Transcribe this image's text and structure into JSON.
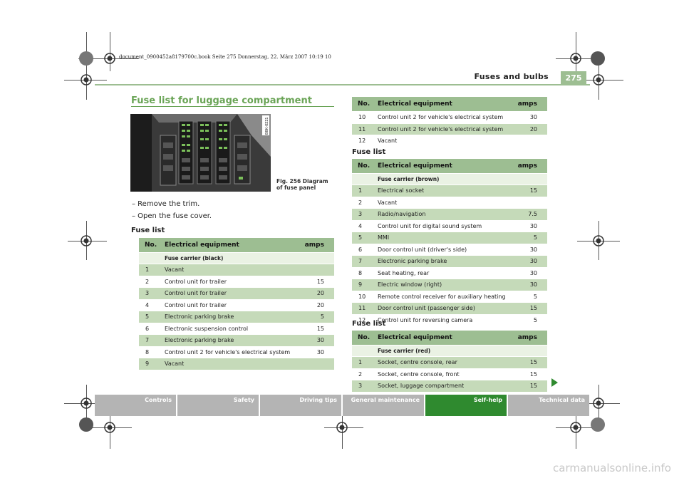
{
  "header": {
    "running_head": "Fuses and bulbs",
    "page_number": "275"
  },
  "file_info": "document_0900452a8179700c.book  Seite 275  Donnerstag, 22. März 2007  10:19 10",
  "section": {
    "title": "Fuse list for luggage compartment"
  },
  "figure": {
    "caption": "Fig. 256  Diagram of fuse panel",
    "code": "B8K-0221"
  },
  "steps": [
    "– Remove the trim.",
    "– Open the fuse cover."
  ],
  "fuse_list_label": "Fuse list",
  "columns": {
    "no": "No.",
    "equipment": "Electrical equipment",
    "amps": "amps"
  },
  "table_black": {
    "carrier": "Fuse carrier (black)",
    "rows": [
      {
        "no": "1",
        "equipment": "Vacant",
        "amps": ""
      },
      {
        "no": "2",
        "equipment": "Control unit for trailer",
        "amps": "15"
      },
      {
        "no": "3",
        "equipment": "Control unit for trailer",
        "amps": "20"
      },
      {
        "no": "4",
        "equipment": "Control unit for trailer",
        "amps": "20"
      },
      {
        "no": "5",
        "equipment": "Electronic parking brake",
        "amps": "5"
      },
      {
        "no": "6",
        "equipment": "Electronic suspension control",
        "amps": "15"
      },
      {
        "no": "7",
        "equipment": "Electronic parking brake",
        "amps": "30"
      },
      {
        "no": "8",
        "equipment": "Control unit 2 for vehicle's electrical system",
        "amps": "30"
      },
      {
        "no": "9",
        "equipment": "Vacant",
        "amps": ""
      }
    ]
  },
  "table_cont": {
    "rows": [
      {
        "no": "10",
        "equipment": "Control unit 2 for vehicle's electrical system",
        "amps": "30"
      },
      {
        "no": "11",
        "equipment": "Control unit 2 for vehicle's electrical system",
        "amps": "20"
      },
      {
        "no": "12",
        "equipment": "Vacant",
        "amps": ""
      }
    ]
  },
  "table_brown": {
    "carrier": "Fuse carrier (brown)",
    "rows": [
      {
        "no": "1",
        "equipment": "Electrical socket",
        "amps": "15"
      },
      {
        "no": "2",
        "equipment": "Vacant",
        "amps": ""
      },
      {
        "no": "3",
        "equipment": "Radio/navigation",
        "amps": "7.5"
      },
      {
        "no": "4",
        "equipment": "Control unit for digital sound system",
        "amps": "30"
      },
      {
        "no": "5",
        "equipment": "MMI",
        "amps": "5"
      },
      {
        "no": "6",
        "equipment": "Door control unit (driver's side)",
        "amps": "30"
      },
      {
        "no": "7",
        "equipment": "Electronic parking brake",
        "amps": "30"
      },
      {
        "no": "8",
        "equipment": "Seat heating, rear",
        "amps": "30"
      },
      {
        "no": "9",
        "equipment": "Electric window (right)",
        "amps": "30"
      },
      {
        "no": "10",
        "equipment": "Remote control receiver for auxiliary heating",
        "amps": "5"
      },
      {
        "no": "11",
        "equipment": "Door control unit (passenger side)",
        "amps": "15"
      },
      {
        "no": "12",
        "equipment": "Control unit for reversing camera",
        "amps": "5"
      }
    ]
  },
  "table_red": {
    "carrier": "Fuse carrier (red)",
    "rows": [
      {
        "no": "1",
        "equipment": "Socket, centre console, rear",
        "amps": "15"
      },
      {
        "no": "2",
        "equipment": "Socket, centre console, front",
        "amps": "15"
      },
      {
        "no": "3",
        "equipment": "Socket, luggage compartment",
        "amps": "15"
      }
    ]
  },
  "nav": {
    "tabs": [
      {
        "label": "Controls",
        "active": false
      },
      {
        "label": "Safety",
        "active": false
      },
      {
        "label": "Driving tips",
        "active": false
      },
      {
        "label": "General maintenance",
        "active": false
      },
      {
        "label": "Self-help",
        "active": true
      },
      {
        "label": "Technical data",
        "active": false
      }
    ]
  },
  "watermark": "carmanualsonline.info",
  "colors": {
    "accent": "#6aa456",
    "header_band": "#9dbe92",
    "row_shade": "#c5dab9",
    "nav_active": "#2f8a2f",
    "nav_inactive": "#b4b4b4"
  }
}
